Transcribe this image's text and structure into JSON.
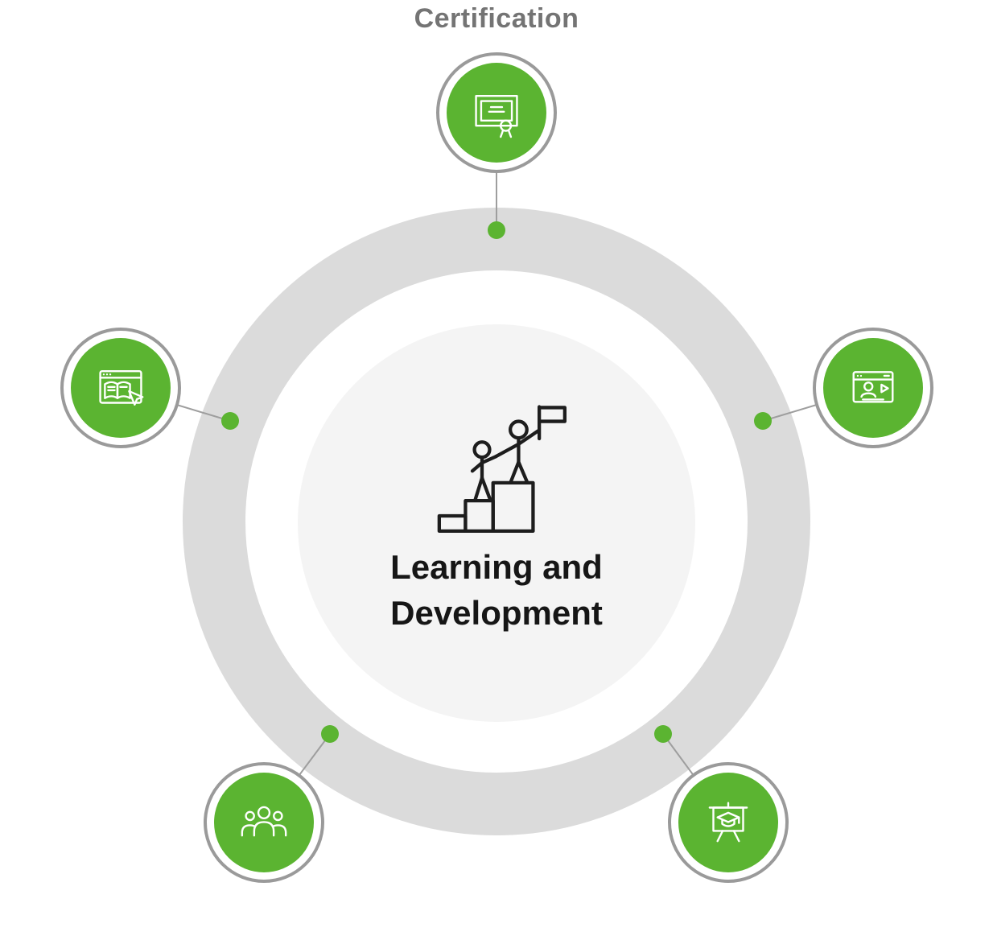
{
  "title": "Certification",
  "colors": {
    "accent_green": "#5bb431",
    "ring_gray": "#dbdbdb",
    "center_fill": "#f4f4f4",
    "title_gray": "#747474",
    "node_border_gray": "#9a9a9a",
    "text_dark": "#161616"
  },
  "center": {
    "line1": "Learning and",
    "line2": "Development",
    "icon": "achievement-climb-icon"
  },
  "nodes": [
    {
      "position": "top",
      "icon": "certificate-icon"
    },
    {
      "position": "upper-left",
      "icon": "ebook-browser-icon"
    },
    {
      "position": "upper-right",
      "icon": "video-tutorial-icon"
    },
    {
      "position": "lower-left",
      "icon": "team-group-icon"
    },
    {
      "position": "lower-right",
      "icon": "presentation-graduation-icon"
    }
  ]
}
